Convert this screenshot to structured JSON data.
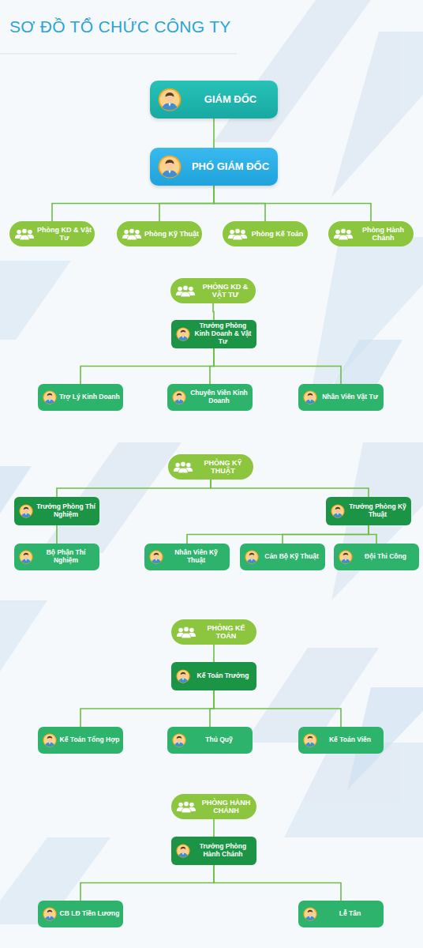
{
  "diagram": {
    "title": "SƠ ĐỒ TỔ CHỨC CÔNG TY",
    "nodes": [
      {
        "text": [
          "GIÁM ĐỐC"
        ]
      },
      {
        "text": [
          "PHÓ GIÁM ĐỐC"
        ]
      },
      {
        "text": [
          "Phòng KD & Vật Tư"
        ]
      },
      {
        "text": [
          "Phòng Kỹ Thuật"
        ]
      },
      {
        "text": [
          "Phòng Kế Toán"
        ]
      },
      {
        "text": [
          "Phòng Hành Chánh"
        ]
      },
      {
        "text": [
          "PHÒNG KD & VẬT TƯ"
        ]
      },
      {
        "text": [
          "Trưởng Phòng Kinh Doanh & Vật Tư"
        ]
      },
      {
        "text": [
          "Trợ Lý Kinh Doanh"
        ]
      },
      {
        "text": [
          "Chuyên Viên Kinh Doanh"
        ]
      },
      {
        "text": [
          "Nhân Viên Vật Tư"
        ]
      },
      {
        "text": [
          "PHÒNG KỸ THUẬT"
        ]
      },
      {
        "text": [
          "Trưởng Phòng Thí Nghiệm"
        ]
      },
      {
        "text": [
          "Trưởng Phòng Kỹ Thuật"
        ]
      },
      {
        "text": [
          "Bộ Phận Thí Nghiệm"
        ]
      },
      {
        "text": [
          "Nhân Viên Kỹ Thuật"
        ]
      },
      {
        "text": [
          "Cán Bộ Kỹ Thuật"
        ]
      },
      {
        "text": [
          "Đội Thi Công"
        ]
      },
      {
        "text": [
          "PHÒNG KẾ TOÁN"
        ]
      },
      {
        "text": [
          "Kế Toán Trưởng"
        ]
      },
      {
        "text": [
          "Kế Toán Tổng Hợp"
        ]
      },
      {
        "text": [
          "Thủ Quỹ"
        ]
      },
      {
        "text": [
          "Kế Toán Viên"
        ]
      },
      {
        "text": [
          "PHÒNG HÀNH CHÁNH"
        ]
      },
      {
        "text": [
          "Trưởng Phòng Hành Chánh"
        ]
      },
      {
        "text": [
          "CB LĐ Tiền Lương"
        ]
      },
      {
        "text": [
          "Lễ Tân"
        ]
      }
    ],
    "edges": [
      {
        "from": 0,
        "to": 1,
        "arrow": "none"
      },
      {
        "from": 1,
        "to": 2,
        "arrow": "none"
      },
      {
        "from": 1,
        "to": 3,
        "arrow": "none"
      },
      {
        "from": 1,
        "to": 4,
        "arrow": "none"
      },
      {
        "from": 1,
        "to": 5,
        "arrow": "none"
      },
      {
        "from": 6,
        "to": 7,
        "arrow": "none"
      },
      {
        "from": 7,
        "to": 8,
        "arrow": "none"
      },
      {
        "from": 7,
        "to": 9,
        "arrow": "none"
      },
      {
        "from": 7,
        "to": 10,
        "arrow": "none"
      },
      {
        "from": 11,
        "to": 12,
        "arrow": "none"
      },
      {
        "from": 11,
        "to": 13,
        "arrow": "none"
      },
      {
        "from": 12,
        "to": 14,
        "arrow": "none"
      },
      {
        "from": 13,
        "to": 15,
        "arrow": "none"
      },
      {
        "from": 13,
        "to": 16,
        "arrow": "none"
      },
      {
        "from": 13,
        "to": 17,
        "arrow": "none"
      },
      {
        "from": 18,
        "to": 19,
        "arrow": "none"
      },
      {
        "from": 19,
        "to": 20,
        "arrow": "none"
      },
      {
        "from": 19,
        "to": 21,
        "arrow": "none"
      },
      {
        "from": 19,
        "to": 22,
        "arrow": "none"
      },
      {
        "from": 23,
        "to": 24,
        "arrow": "none"
      },
      {
        "from": 24,
        "to": 25,
        "arrow": "none"
      },
      {
        "from": 24,
        "to": 26,
        "arrow": "none"
      }
    ]
  }
}
